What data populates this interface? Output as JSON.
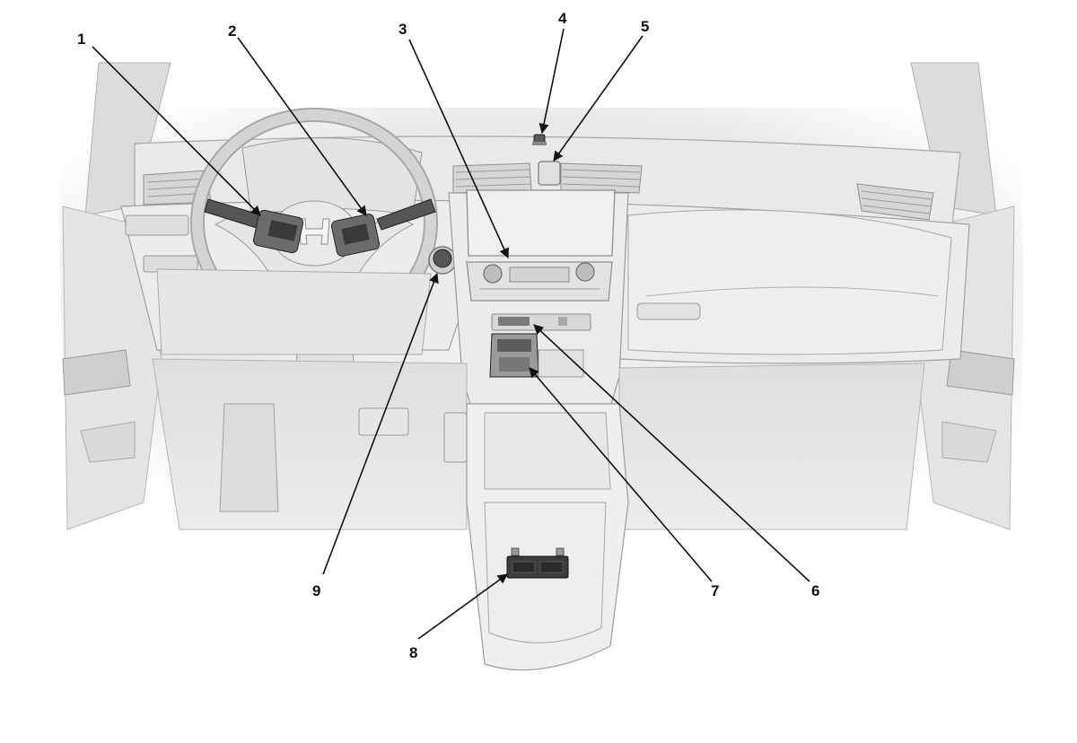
{
  "callouts": [
    {
      "id": "1",
      "label": "1"
    },
    {
      "id": "2",
      "label": "2"
    },
    {
      "id": "3",
      "label": "3"
    },
    {
      "id": "4",
      "label": "4"
    },
    {
      "id": "5",
      "label": "5"
    },
    {
      "id": "6",
      "label": "6"
    },
    {
      "id": "7",
      "label": "7"
    },
    {
      "id": "8",
      "label": "8"
    },
    {
      "id": "9",
      "label": "9"
    }
  ],
  "brand_logo": "honda-h-logo",
  "colors": {
    "background": "#ffffff",
    "interior_fill": "#eeeeee",
    "interior_shadow": "#d0d0d0",
    "outline": "#9a9a9a",
    "highlight_part": "#3a3a3a",
    "leader_line": "#111111"
  }
}
